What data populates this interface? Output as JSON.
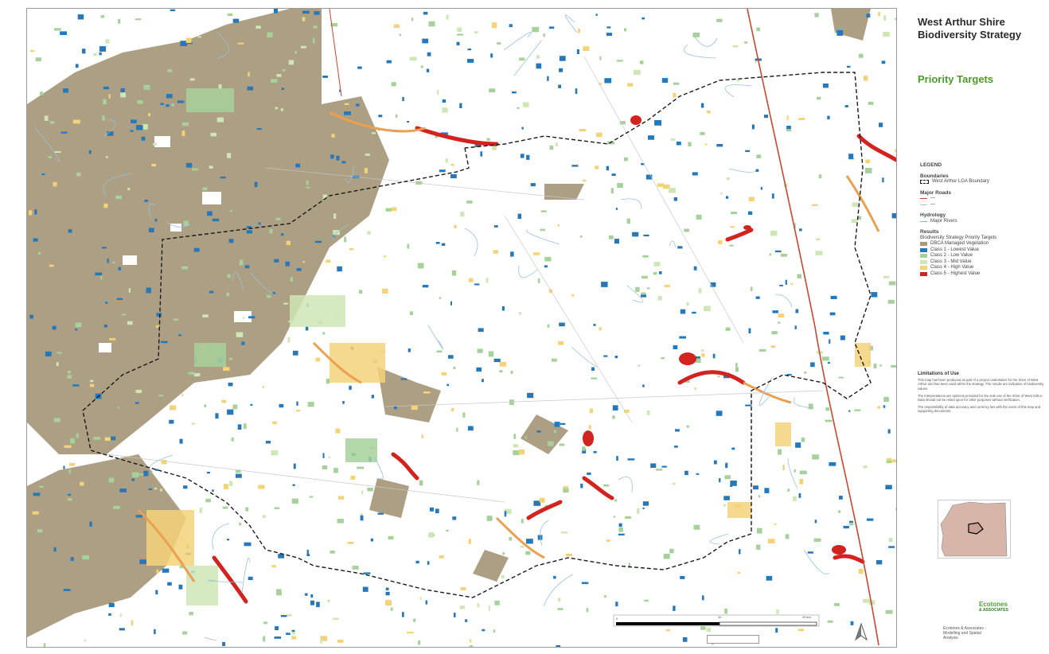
{
  "title": {
    "line1": "West Arthur Shire",
    "line2": "Biodiversity Strategy",
    "subtitle": "Priority Targets"
  },
  "legend": {
    "heading": "LEGEND",
    "boundaries_heading": "Boundaries",
    "boundary_item": "West Arthur LGA Boundary",
    "roads_heading": "Major Roads",
    "roads_items": [
      "—",
      "—"
    ],
    "hydro_heading": "Hydrology",
    "hydro_item": "Major Rivers",
    "results_heading": "Results",
    "results_subheading": "Biodiversity Strategy Priority Targets",
    "classes": [
      {
        "label": "DBCA Managed Vegetation",
        "color": "#a89a7c"
      },
      {
        "label": "Class 1 - Lowest Value",
        "color": "#2878b8"
      },
      {
        "label": "Class 2 - Low Value",
        "color": "#a6d19a"
      },
      {
        "label": "Class 3 - Mid Value",
        "color": "#cfe6b6"
      },
      {
        "label": "Class 4 - High Value",
        "color": "#f3d27a"
      },
      {
        "label": "Class 5 - Highest Value",
        "color": "#d2231f"
      }
    ]
  },
  "limitations": {
    "heading": "Limitations of Use",
    "paragraphs": [
      "This map has been produced as part of a project undertaken for the Shire of West Arthur and has been used within the strategy. The results are indicative of biodiversity values.",
      "The interpretations are opinions provided for the sole use of the Shire of West Arthur. Data should not be relied upon for other purposes without verification.",
      "The responsibility of data accuracy and currency lies with the users of this map and supporting documents."
    ]
  },
  "logo": {
    "line1": "Ecotones",
    "line2": "& ASSOCIATES"
  },
  "credit": [
    "Ecotones & Associates -",
    "Modelling and Spatial",
    "Analysis"
  ],
  "scale": {
    "mid": "10",
    "end": "20 km"
  },
  "colors": {
    "dbca": "#a89a7c",
    "class1": "#2878b8",
    "class2": "#a6d19a",
    "class3": "#cfe6b6",
    "class4": "#f3d27a",
    "class5": "#d2231f",
    "road": "#c9472f",
    "boundary": "#1a1a1a",
    "title": "#2b2b2b",
    "subtitle": "#4c9a2a"
  }
}
